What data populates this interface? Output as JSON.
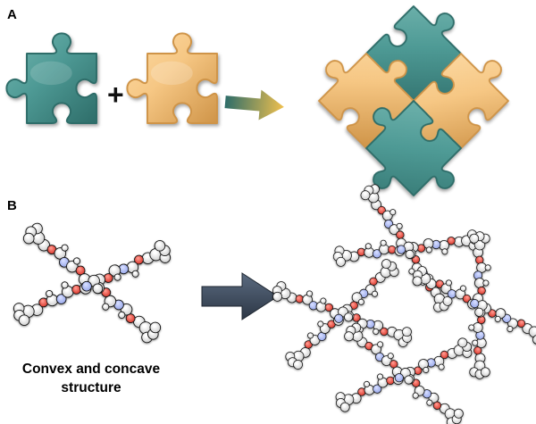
{
  "figure": {
    "panel_a_label": "A",
    "panel_b_label": "B",
    "plus_sign": "+",
    "caption": {
      "line1": "Convex and concave",
      "line2": "structure"
    }
  },
  "colors": {
    "background": "#ffffff",
    "teal_light": "#74b6b0",
    "teal": "#4e9a95",
    "teal_dark": "#2e6d69",
    "orange_light": "#fcdba6",
    "orange": "#f6c784",
    "orange_dark": "#cf9448",
    "arrow_a_start": "#2e6d69",
    "arrow_a_end": "#f0c04e",
    "arrow_b_light": "#5b6b80",
    "arrow_b_dark": "#2c3645",
    "atom_white": "#ffffff",
    "atom_white_shade": "#a8a8a8",
    "atom_red": "#d3281c",
    "atom_blue": "#8fa0e8",
    "text": "#000000"
  }
}
